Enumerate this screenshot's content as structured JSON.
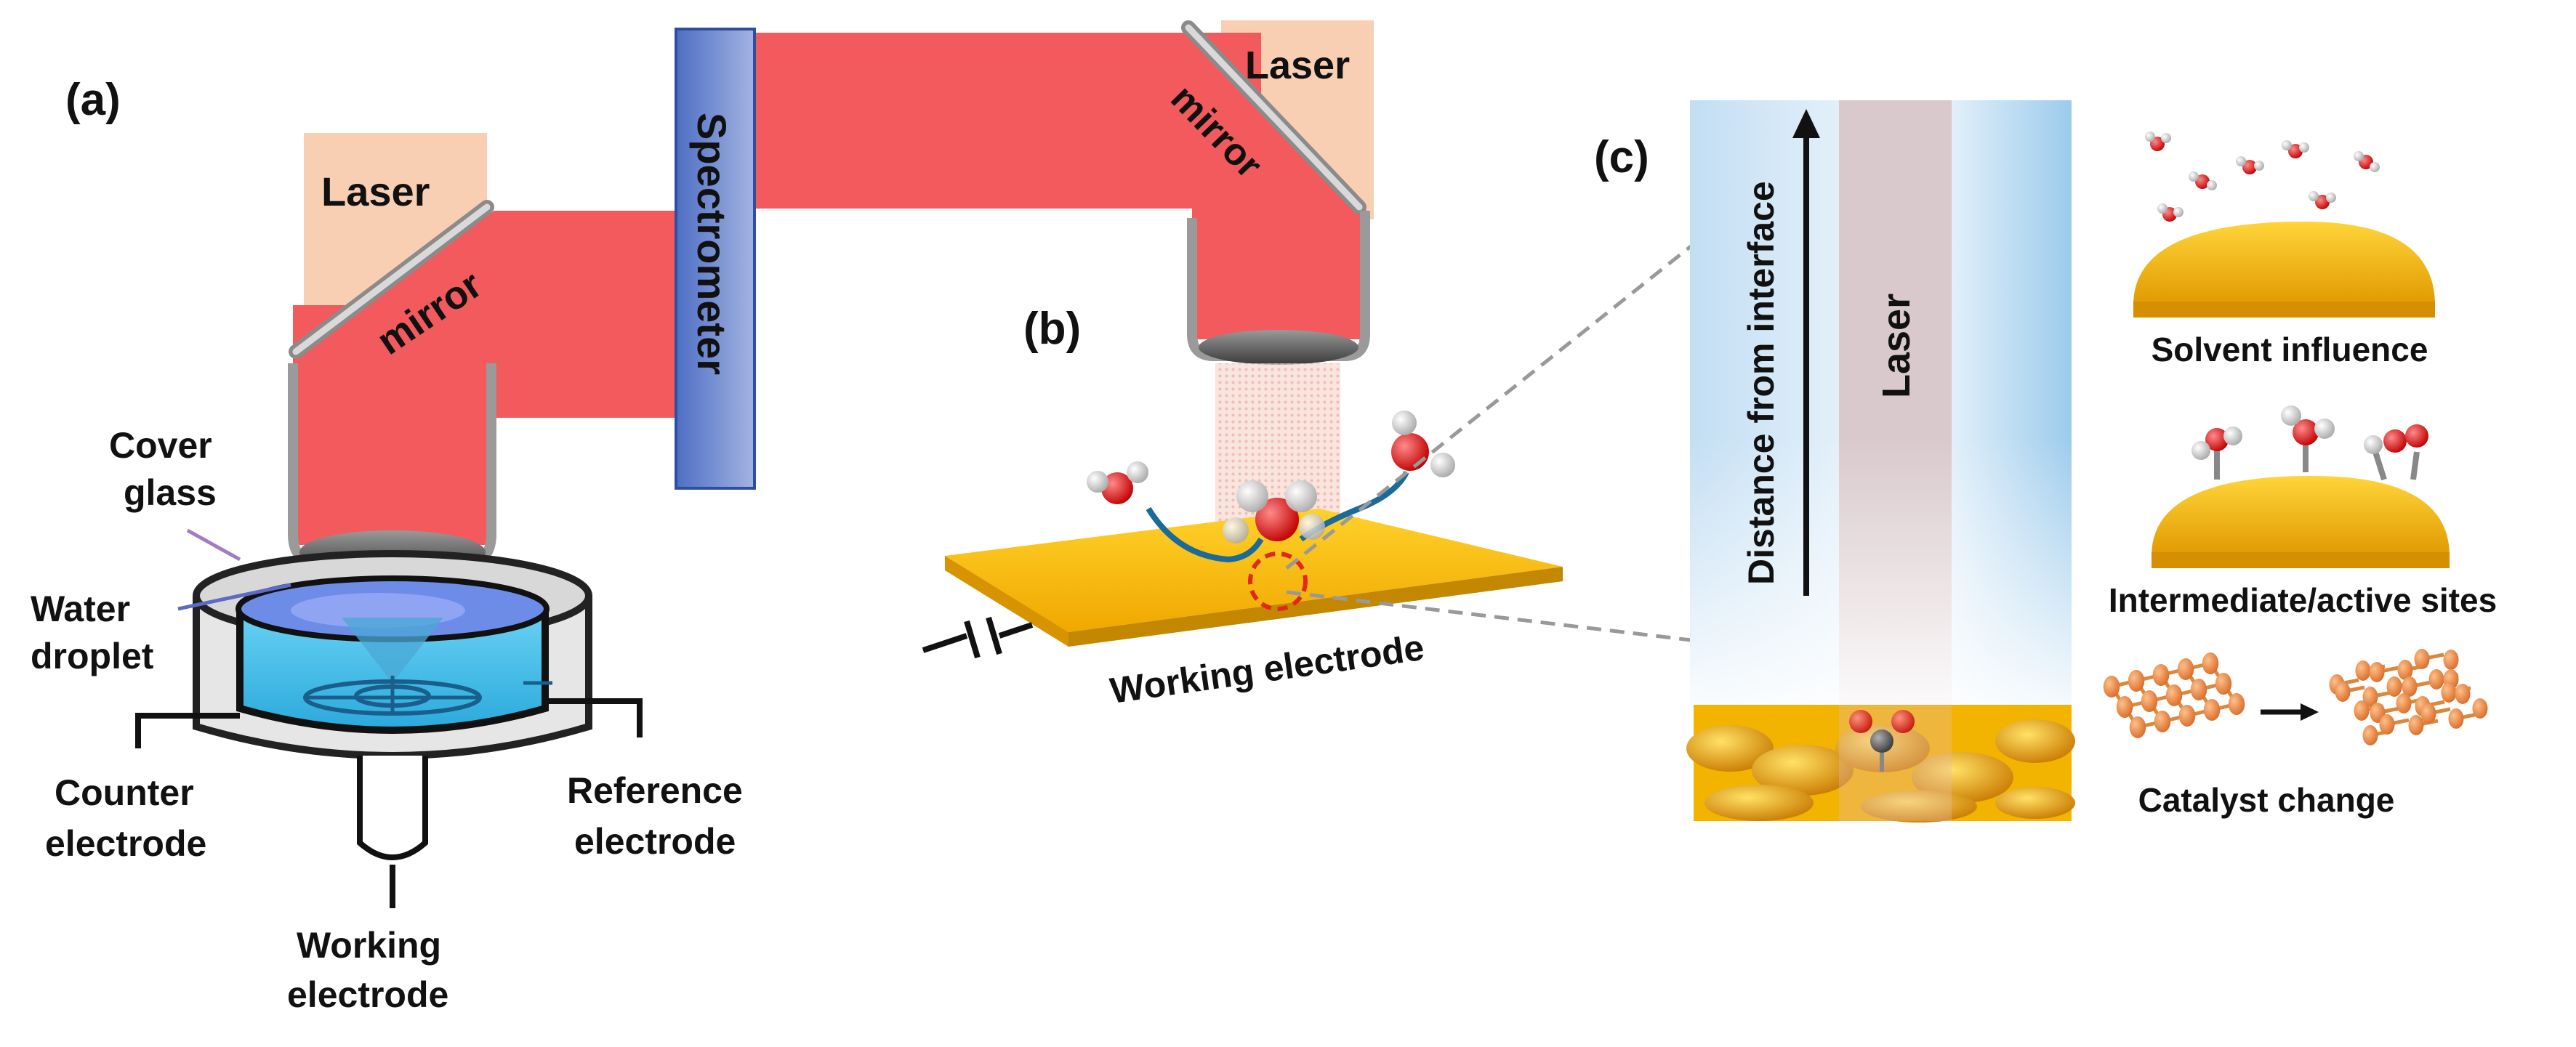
{
  "panels": {
    "a": "(a)",
    "b": "(b)",
    "c": "(c)"
  },
  "panel_a": {
    "laser": "Laser",
    "mirror": "mirror",
    "cover_glass_line1": "Cover",
    "cover_glass_line2": "glass",
    "water_line1": "Water",
    "water_line2": "droplet",
    "counter_line1": "Counter",
    "counter_line2": "electrode",
    "reference_line1": "Reference",
    "reference_line2": "electrode",
    "working_line1": "Working",
    "working_line2": "electrode"
  },
  "spectrometer": "Spectrometer",
  "panel_b": {
    "laser": "Laser",
    "mirror": "mirror",
    "electrode": "Working electrode"
  },
  "panel_c": {
    "axis": "Distance from interface",
    "laser": "Laser",
    "solvent": "Solvent influence",
    "intermediate": "Intermediate/active sites",
    "catalyst": "Catalyst change"
  },
  "colors": {
    "beam": "#f25a5e",
    "laser_box": "#f9cfb4",
    "spectrometer": "#6c86cc",
    "gold": "#f2b800",
    "water": "#3cc1ec",
    "oxygen": "#e01010",
    "catalyst": "#e98945"
  }
}
